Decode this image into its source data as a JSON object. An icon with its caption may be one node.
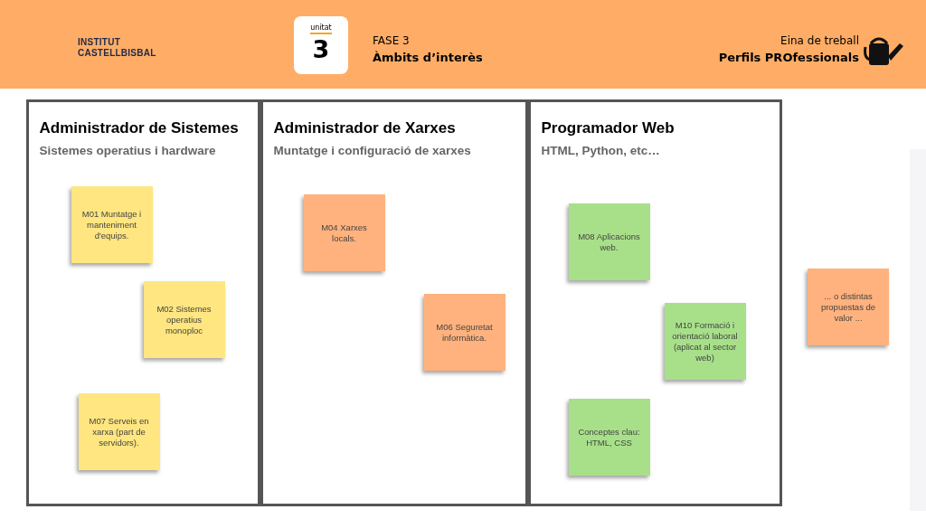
{
  "diagram": {
    "nodes": [
      {
        "text": [
          "unitat",
          "3"
        ]
      },
      {
        "text": [
          "Administrador de Sistemes",
          "Sistemes operatius i hardware"
        ]
      },
      {
        "text": [
          "M01 Muntatge i manteniment d'equips."
        ],
        "in": 1
      },
      {
        "text": [
          "M02 Sistemes operatius monoploc"
        ],
        "in": 1
      },
      {
        "text": [
          "M07 Serveis en xarxa (part de servidors)."
        ],
        "in": 1
      },
      {
        "text": [
          "Administrador de Xarxes",
          "Muntatge i configuració de xarxes"
        ]
      },
      {
        "text": [
          "M04 Xarxes locals."
        ],
        "in": 5
      },
      {
        "text": [
          "M06 Seguretat informàtica."
        ],
        "in": 5
      },
      {
        "text": [
          "Programador Web",
          "HTML, Python, etc…"
        ]
      },
      {
        "text": [
          "M08 Aplicacions web."
        ],
        "in": 8
      },
      {
        "text": [
          "M10 Formació i orientació laboral (aplicat al sector web)"
        ],
        "in": 8
      },
      {
        "text": [
          "Conceptes clau: HTML, CSS"
        ],
        "in": 8
      },
      {
        "text": [
          "... o distintas propuestas de valor ..."
        ]
      }
    ],
    "labels": [
      "INSTITUT CASTELLBISBAL",
      "FASE 3",
      "Àmbits d’interès",
      "Eina de treball",
      "Perfils PROfessionals"
    ]
  }
}
